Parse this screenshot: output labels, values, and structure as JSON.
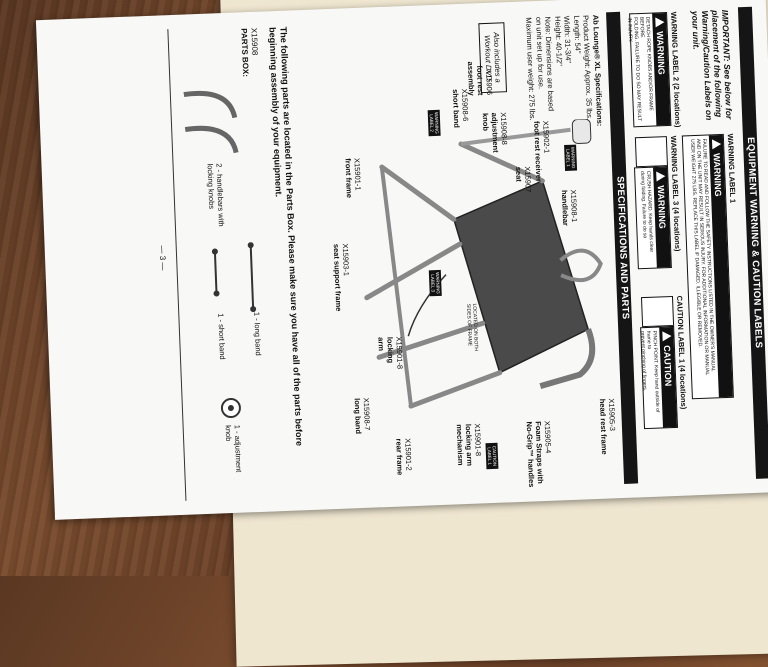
{
  "section_title": "EQUIPMENT WARNING & CAUTION LABELS",
  "important_note": [
    "IMPORTANT: See below for",
    "placement of the following",
    "Warning/Caution Labels on",
    "your unit."
  ],
  "warning_label_1": {
    "caption": "WARNING LABEL 1",
    "heading": "WARNING",
    "text": [
      "FAILURE TO READ AND FOLLOW THE SAFETY INSTRUCTIONS LISTED IN THE OWNER'S MANUAL",
      "AND ON THE UNIT MAY RESULT IN SERIOUS INJURY. FOR ADDITIONAL INFORMATION OR MANUAL",
      "USER WEIGHT 275 LBS. REPLACE THIS LABEL IF DAMAGED, ILLEGIBLE OR REMOVED."
    ]
  },
  "warning_label_2": {
    "caption": "WARNING LABEL 2 (2 locations)",
    "heading": "WARNING",
    "text": [
      "DETACH ROPE KNOBS AND/OR FRAME BEFORE",
      "FOLDING. FAILURE TO DO SO MAY RESULT IN INJURY."
    ]
  },
  "warning_label_3": {
    "caption": "WARNING LABEL 3 (4 locations)",
    "heading": "WARNING",
    "text": [
      "CRUSH HAZARD. Keep hands clear",
      "during folding. Failure to do so",
      "could result in injury."
    ]
  },
  "caution_label_1": {
    "caption": "CAUTION LABEL 1 (4 locations)",
    "heading": "CAUTION",
    "text": [
      "PINCH POINT. Keep hand outside of frame to",
      "prevent pinching of fingers."
    ]
  },
  "specs_title": "SPECIFICATIONS AND PARTS",
  "specs": [
    "Ab Lounge® XL Specifications:",
    "Product Weight: Approx. 35 lbs.",
    "Length: 54\"",
    "Width: 31-3/4\"",
    "Height: 40-1/2\"",
    "Note: Dimensions are based",
    "on unit set up for use.",
    "Maximum user weight: 275 lbs."
  ],
  "dvd_note": [
    "Also includes a",
    "Workout DVD"
  ],
  "diagram_labels": {
    "head_rest_frame": [
      "X15905-3",
      "head rest frame"
    ],
    "foam_straps": [
      "X15905-4",
      "Foam Straps with",
      "No-Grip™ handles"
    ],
    "handlebar": [
      "X15908-1",
      "handlebar"
    ],
    "seat": [
      "X15907",
      "seat"
    ],
    "foot_rest_receiver": [
      "X15902-1",
      "foot rest receiver"
    ],
    "adjustment_knob": [
      "X15908-8",
      "adjustment",
      "knob"
    ],
    "short_band": [
      "X15908-6",
      "short band"
    ],
    "front_frame": [
      "X15901-1",
      "front frame"
    ],
    "seat_support_frame": [
      "X15903-1",
      "seat support frame"
    ],
    "locking_arm": [
      "X15901-8",
      "locking",
      "arm"
    ],
    "long_band": [
      "X15908-7",
      "long band"
    ],
    "rear_frame": [
      "X15901-2",
      "rear frame"
    ],
    "locking_arm_mechanism": [
      "X15901-8",
      "locking arm",
      "mechanism"
    ],
    "foot_rest_assembly": [
      "X15906",
      "foot rest",
      "assembly"
    ],
    "located_both_sides": "LOCATED ON BOTH SIDES OF FRAME"
  },
  "tags": {
    "warning_1": "WARNING LABEL 1",
    "warning_2": "WARNING LABEL 2",
    "warning_3": "WARNING LABEL 3",
    "caution_1": "CAUTION LABEL 1"
  },
  "parts_intro": [
    "The following parts are located in the Parts Box. Please make sure you have all of the parts before",
    "beginning assembly of your equipment."
  ],
  "parts_box_title": [
    "X15908",
    "PARTS BOX:"
  ],
  "parts": [
    {
      "label": [
        "2 - handlebars with",
        "locking knobs"
      ]
    },
    {
      "label": [
        "1 - long band"
      ]
    },
    {
      "label": [
        "1 - short band"
      ]
    },
    {
      "label": [
        "1 - adjustment",
        "knob"
      ]
    }
  ],
  "page_number": "— 3 —"
}
